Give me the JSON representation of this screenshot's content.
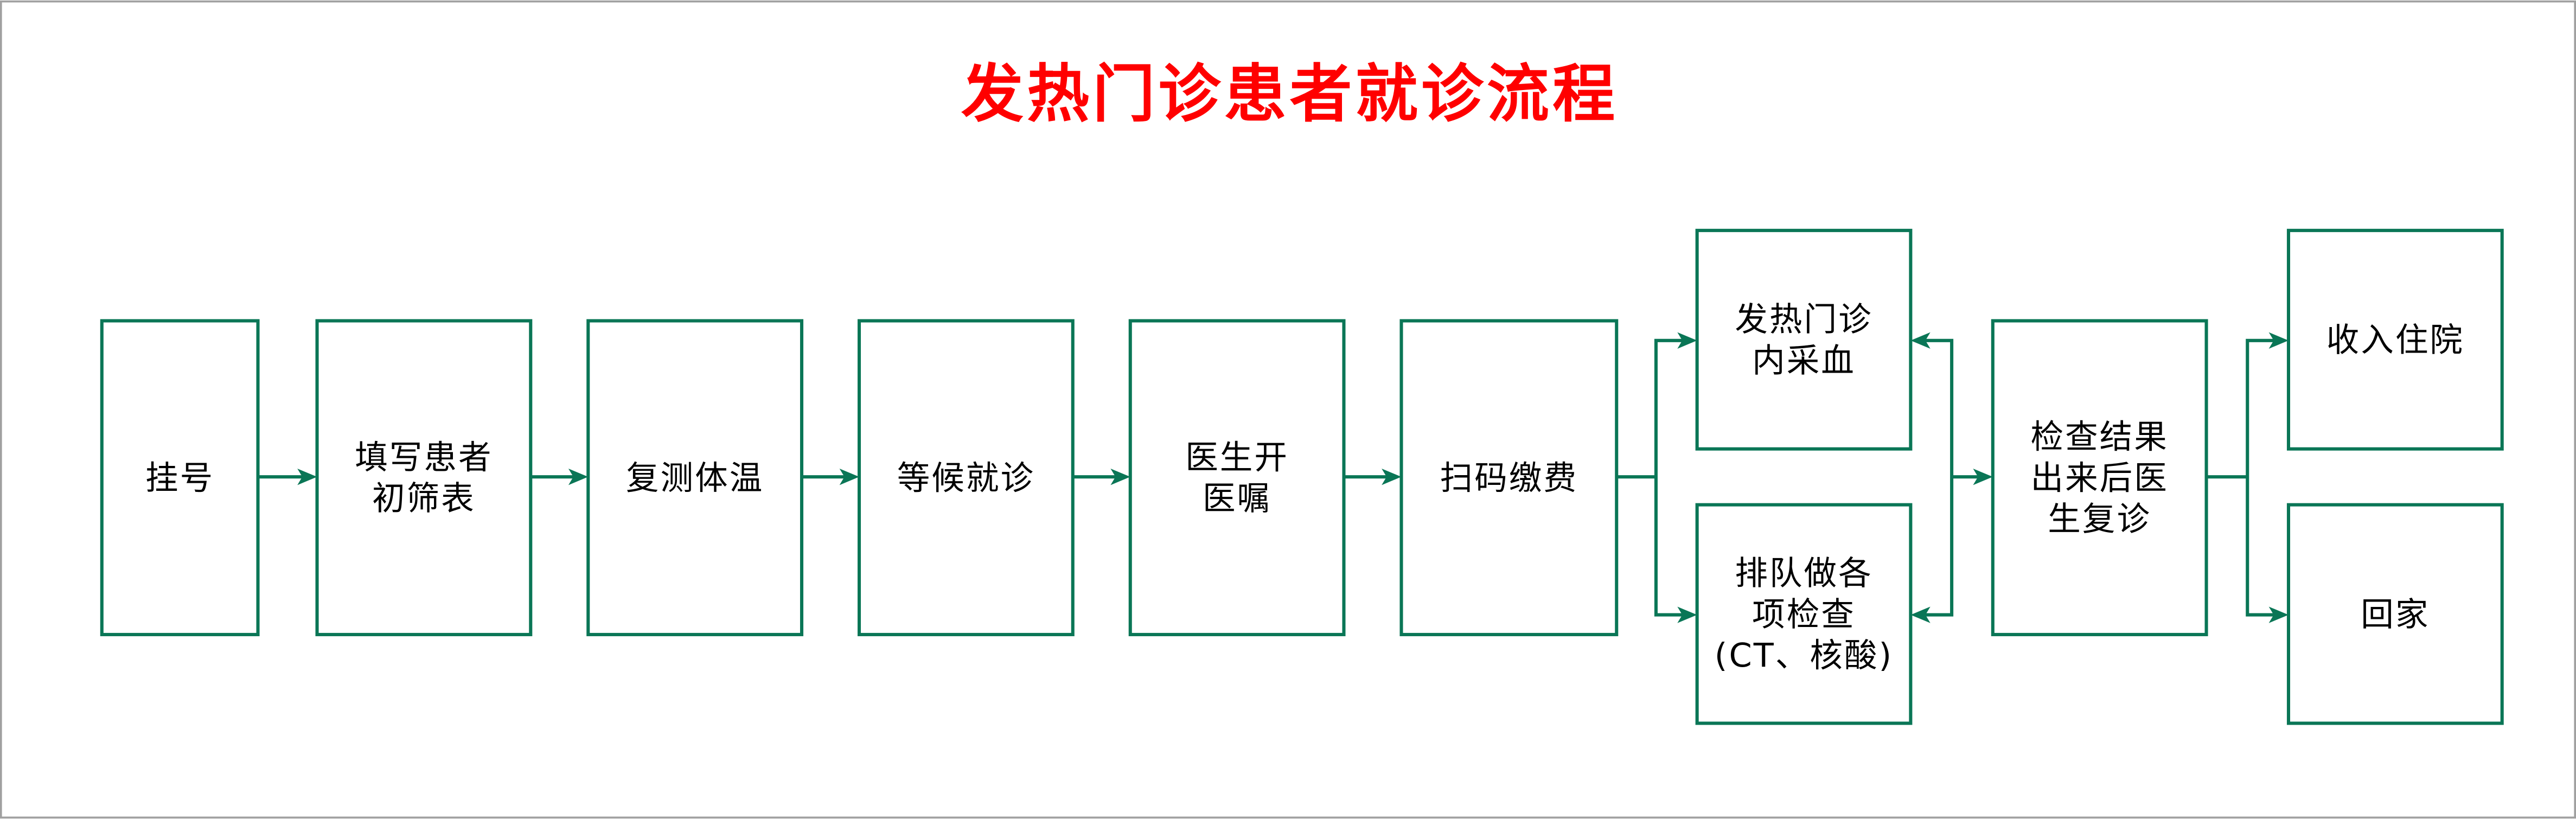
{
  "title": "发热门诊患者就诊流程",
  "colors": {
    "title": "#ff0000",
    "flow": "#0a7656",
    "text": "#000000"
  },
  "steps": [
    {
      "lines": [
        "挂号"
      ]
    },
    {
      "lines": [
        "填写患者",
        "初筛表"
      ]
    },
    {
      "lines": [
        "复测体温"
      ]
    },
    {
      "lines": [
        "等候就诊"
      ]
    },
    {
      "lines": [
        "医生开",
        "医嘱"
      ]
    },
    {
      "lines": [
        "扫码缴费"
      ]
    },
    {
      "lines": [
        "发热门诊",
        "内采血"
      ]
    },
    {
      "lines": [
        "排队做各",
        "项检查",
        "(CT、核酸)"
      ]
    },
    {
      "lines": [
        "检查结果",
        "出来后医",
        "生复诊"
      ]
    },
    {
      "lines": [
        "收入住院"
      ]
    },
    {
      "lines": [
        "回家"
      ]
    }
  ]
}
